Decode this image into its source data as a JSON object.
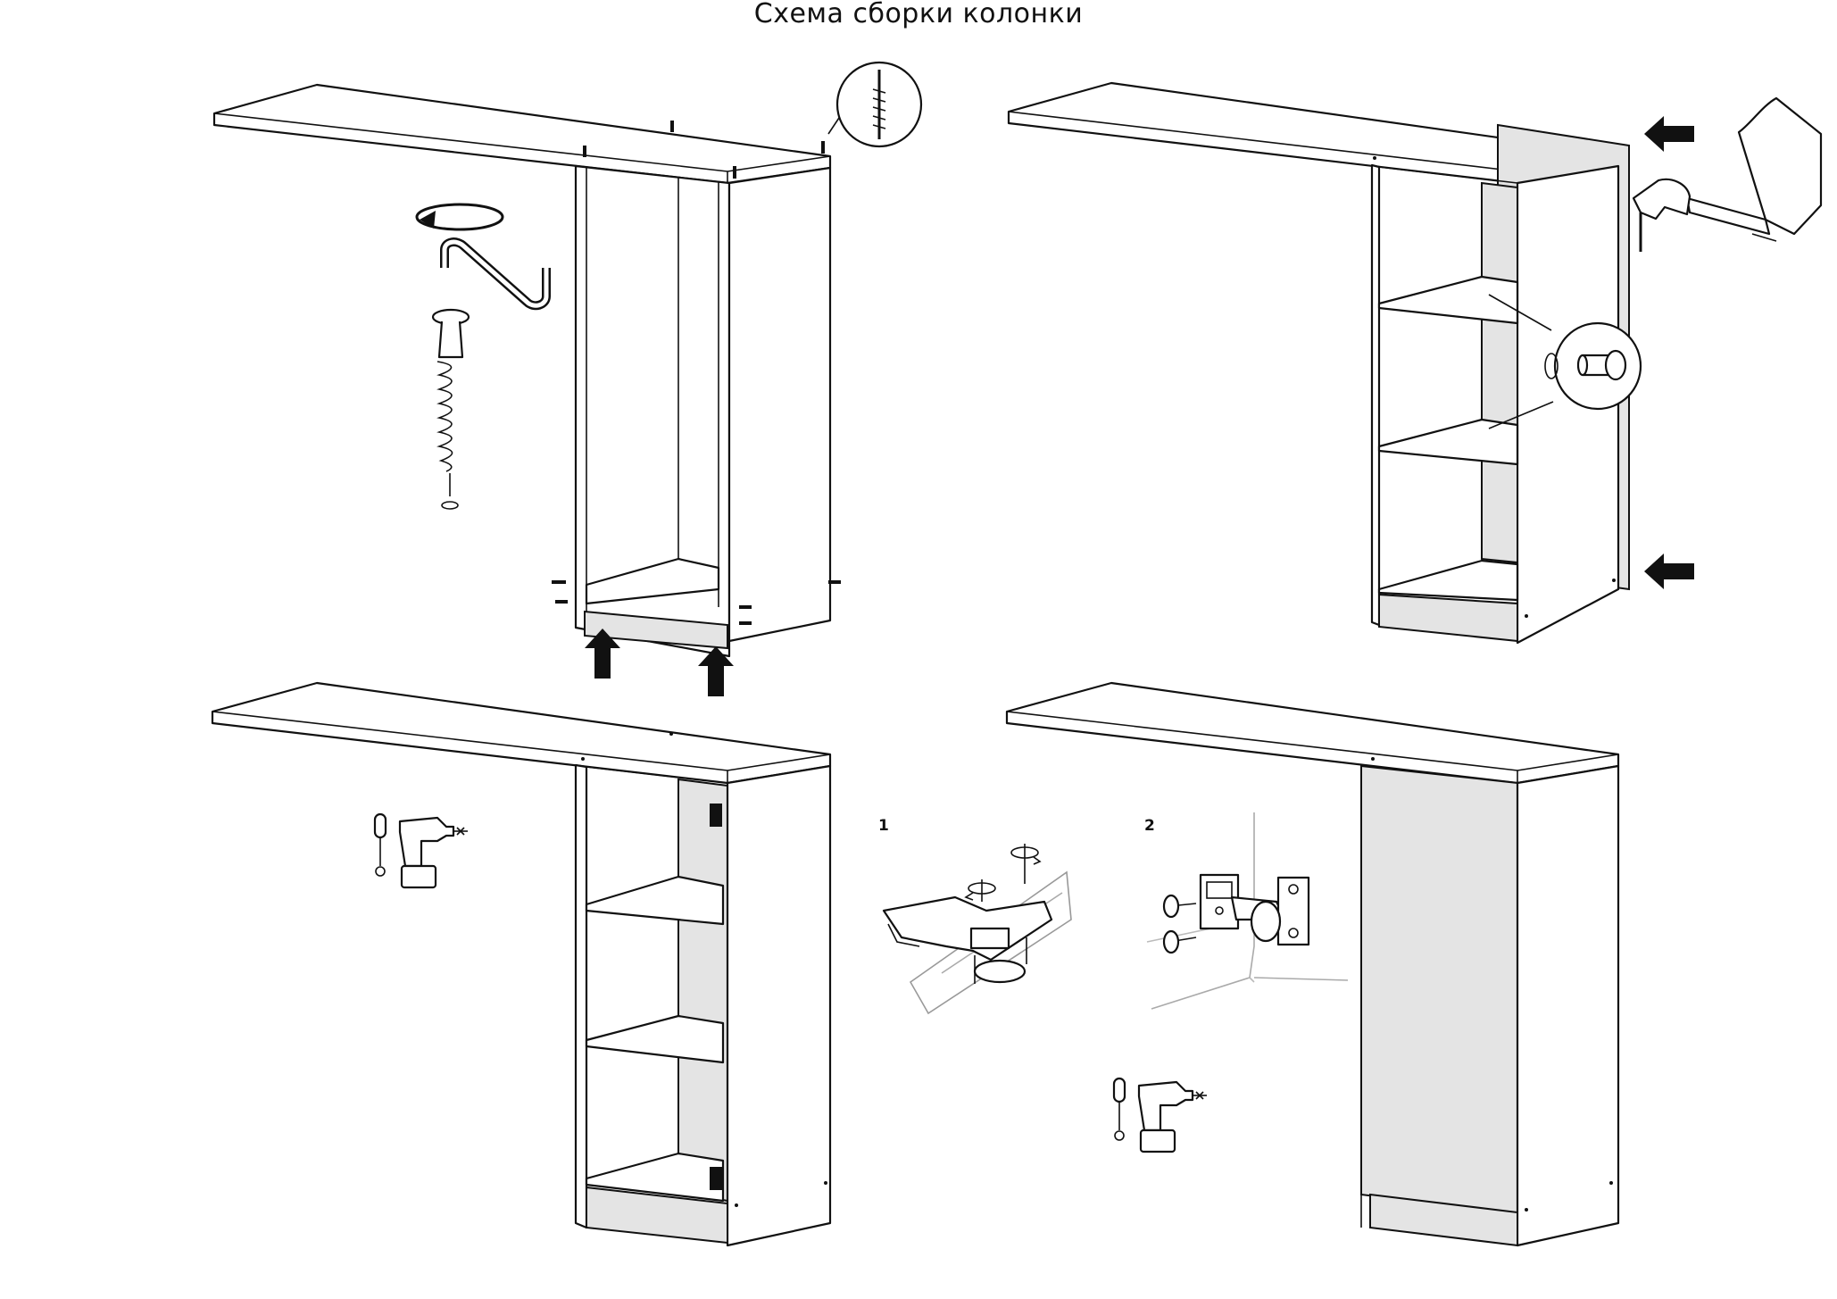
{
  "title": "Схема сборки колонки",
  "steps": [
    {
      "label": "1"
    },
    {
      "label": "2"
    }
  ],
  "icons": [
    "crank-wrench-icon",
    "confirmat-screw-icon",
    "nail-icon",
    "hammer-icon",
    "shelf-pin-icon",
    "screwdriver-icon",
    "drill-icon",
    "hinge-icon",
    "arrow-up-icon",
    "arrow-left-icon"
  ]
}
